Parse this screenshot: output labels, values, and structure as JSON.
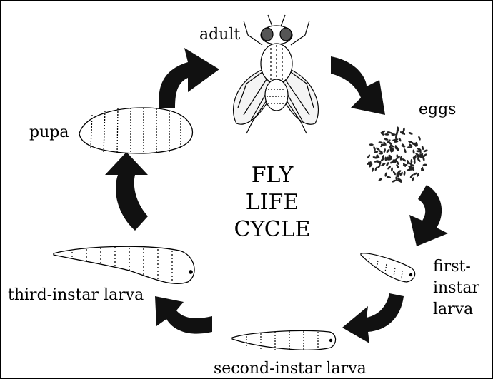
{
  "diagram": {
    "title_lines": [
      "FLY",
      "LIFE",
      "CYCLE"
    ],
    "stages": {
      "adult": "adult",
      "eggs": "eggs",
      "first_instar": [
        "first-",
        "instar",
        "larva"
      ],
      "second_instar": "second-instar larva",
      "third_instar": "third-instar larva",
      "pupa": "pupa"
    }
  },
  "colors": {
    "ink": "#000000",
    "background": "#ffffff",
    "arrow": "#111111"
  }
}
